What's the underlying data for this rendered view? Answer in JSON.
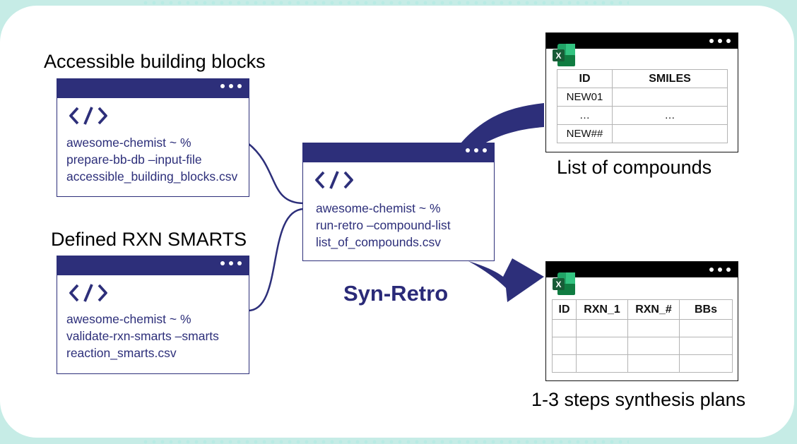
{
  "headings": {
    "building_blocks": "Accessible building blocks",
    "rxn_smarts": "Defined RXN SMARTS",
    "syn_retro": "Syn-Retro",
    "list_compounds": "List of compounds",
    "synthesis_plans": "1-3 steps synthesis plans"
  },
  "terminals": {
    "bb": {
      "lines": [
        "awesome-chemist ~ %",
        "prepare-bb-db –input-file",
        "accessible_building_blocks.csv"
      ]
    },
    "rxn": {
      "lines": [
        "awesome-chemist ~ %",
        "validate-rxn-smarts –smarts",
        "reaction_smarts.csv"
      ]
    },
    "retro": {
      "lines": [
        "awesome-chemist ~ %",
        "run-retro –compound-list",
        "list_of_compounds.csv"
      ]
    }
  },
  "compounds_table": {
    "headers": [
      "ID",
      "SMILES"
    ],
    "rows": [
      [
        "NEW01",
        ""
      ],
      [
        "…",
        "…"
      ],
      [
        "NEW##",
        ""
      ]
    ]
  },
  "plans_table": {
    "headers": [
      "ID",
      "RXN_1",
      "RXN_#",
      "BBs"
    ],
    "rows": [
      [
        "",
        "",
        "",
        ""
      ],
      [
        "",
        "",
        "",
        ""
      ],
      [
        "",
        "",
        "",
        ""
      ]
    ]
  },
  "icons": {
    "code": "code-brackets-icon",
    "excel": "excel-icon",
    "window_dots": "window-menu-dots-icon"
  },
  "colors": {
    "navy": "#2d2f7a",
    "title": "#2a2a78",
    "background": "#c6ece6",
    "excel_green": "#1e7145"
  }
}
